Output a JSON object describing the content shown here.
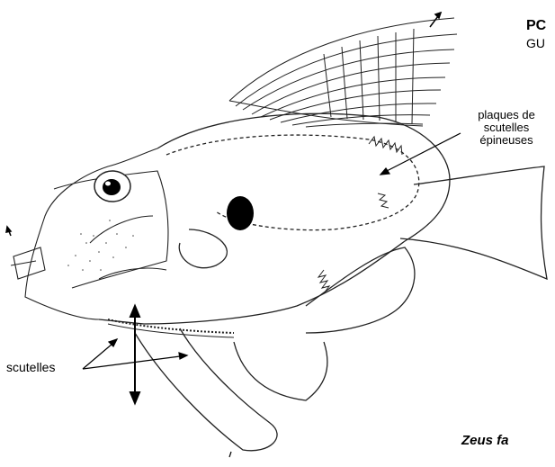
{
  "header": {
    "title_fragment": "PC",
    "subtitle_fragment": "GU"
  },
  "labels": {
    "plaques_line1": "plaques de",
    "plaques_line2": "scutelles",
    "plaques_line3": "épineuses",
    "scutelles": "scutelles"
  },
  "caption": {
    "species": "Zeus fa"
  }
}
